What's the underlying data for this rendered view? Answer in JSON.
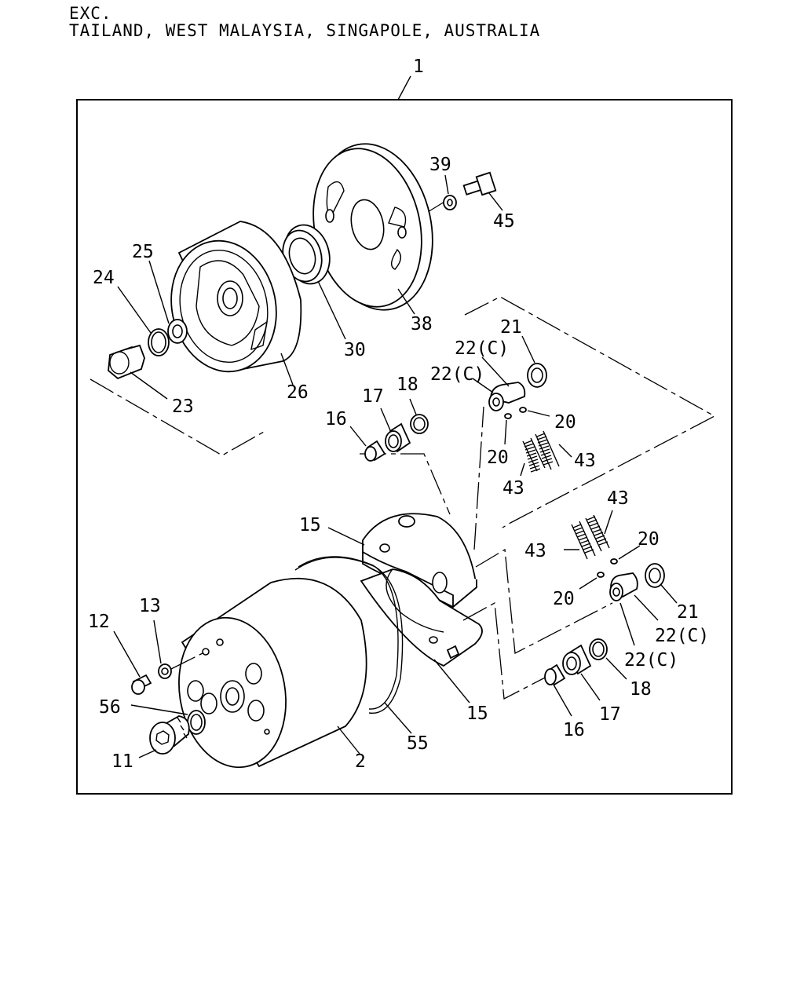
{
  "header": {
    "line1": "EXC.",
    "line2": "TAILAND, WEST MALAYSIA, SINGAPOLE, AUSTRALIA"
  },
  "colors": {
    "ink": "#000000",
    "paper": "#ffffff"
  },
  "labels": {
    "l1": "1",
    "l2": "2",
    "l11": "11",
    "l12": "12",
    "l13": "13",
    "l15a": "15",
    "l15b": "15",
    "l16a": "16",
    "l16b": "16",
    "l17a": "17",
    "l17b": "17",
    "l18a": "18",
    "l18b": "18",
    "l20a": "20",
    "l20b": "20",
    "l20c": "20",
    "l20d": "20",
    "l21a": "21",
    "l21b": "21",
    "l22a": "22(C)",
    "l22b": "22(C)",
    "l22c": "22(C)",
    "l22d": "22(C)",
    "l23": "23",
    "l24": "24",
    "l25": "25",
    "l26": "26",
    "l30": "30",
    "l38": "38",
    "l39": "39",
    "l43a": "43",
    "l43b": "43",
    "l43c": "43",
    "l43d": "43",
    "l45": "45",
    "l55": "55",
    "l56": "56"
  }
}
